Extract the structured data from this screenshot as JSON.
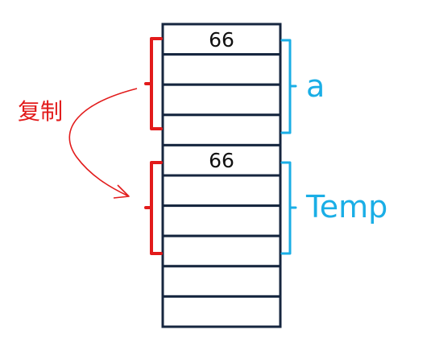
{
  "memory_cells": [
    "66",
    "",
    "",
    "",
    "66",
    "",
    "",
    "",
    "",
    ""
  ],
  "groups": {
    "a": {
      "label": "a"
    },
    "temp": {
      "label": "Temp"
    }
  },
  "copy_annotation": {
    "label": "复制"
  },
  "colors": {
    "cell_border": "#16263f",
    "brace_blue": "#1aaee6",
    "brace_red": "#e21b1b",
    "cell_text": "#111111"
  }
}
